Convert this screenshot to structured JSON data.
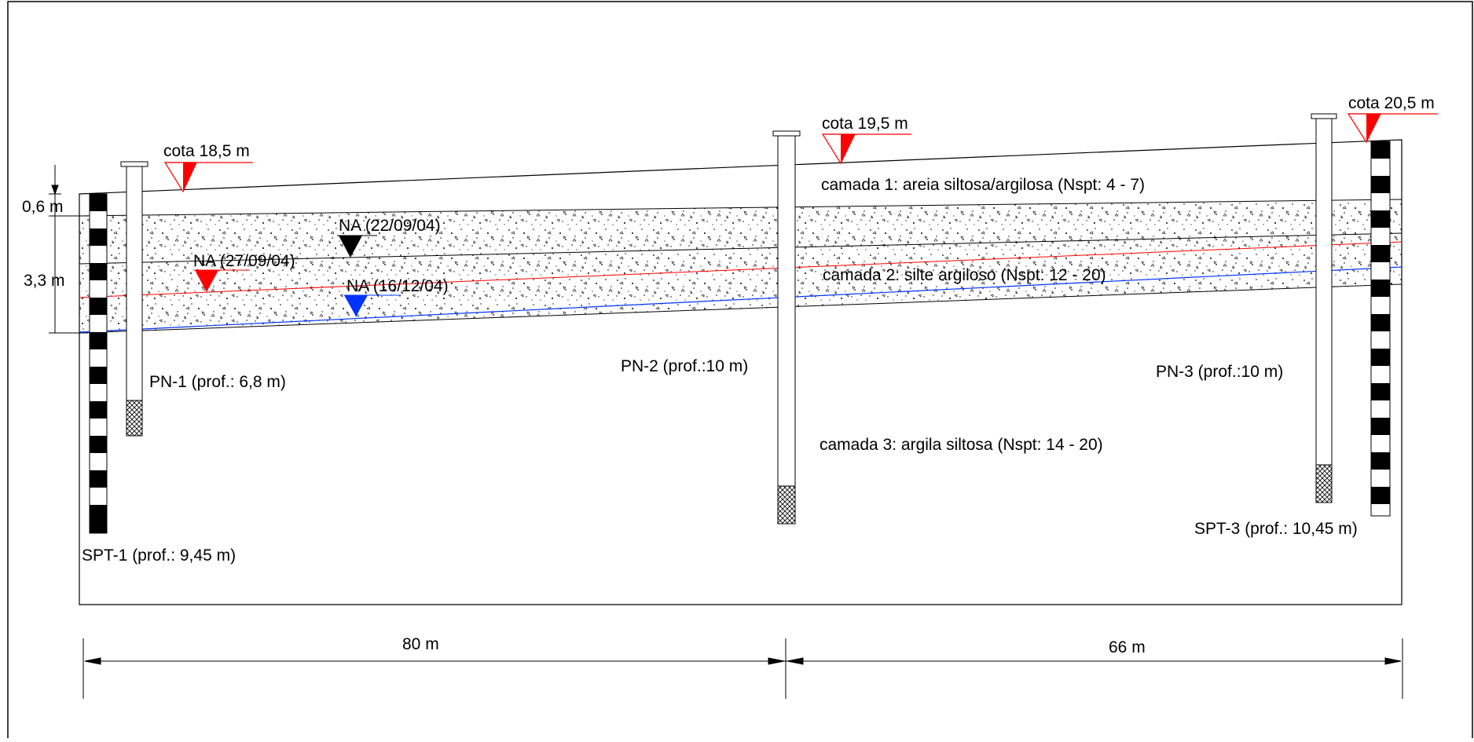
{
  "colors": {
    "line": "#000000",
    "water_red": "#ff0000",
    "water_blue": "#0033ff",
    "water_black": "#000000",
    "marker_red": "#ff0000"
  },
  "elevations": {
    "spt1": "cota 18,5 m",
    "pn2": "cota 19,5 m",
    "spt3": "cota 20,5 m"
  },
  "layers": {
    "layer1": "camada 1: areia siltosa/argilosa (Nspt: 4 - 7)",
    "layer2": "camada 2: silte argiloso (Nspt: 12 - 20)",
    "layer3": "camada 3: argila siltosa (Nspt: 14 - 20)"
  },
  "water_levels": {
    "na1": "NA (22/09/04)",
    "na2": "NA (27/09/04)",
    "na3": "NA (16/12/04)"
  },
  "boreholes": {
    "spt1": "SPT-1 (prof.: 9,45 m)",
    "pn1": "PN-1 (prof.: 6,8 m)",
    "pn2": "PN-2 (prof.:10 m)",
    "pn3": "PN-3 (prof.:10 m)",
    "spt3": "SPT-3 (prof.: 10,45 m)"
  },
  "dimensions": {
    "thickness1": "0,6 m",
    "thickness2": "3,3 m",
    "span1": "80 m",
    "span2": "66 m"
  }
}
